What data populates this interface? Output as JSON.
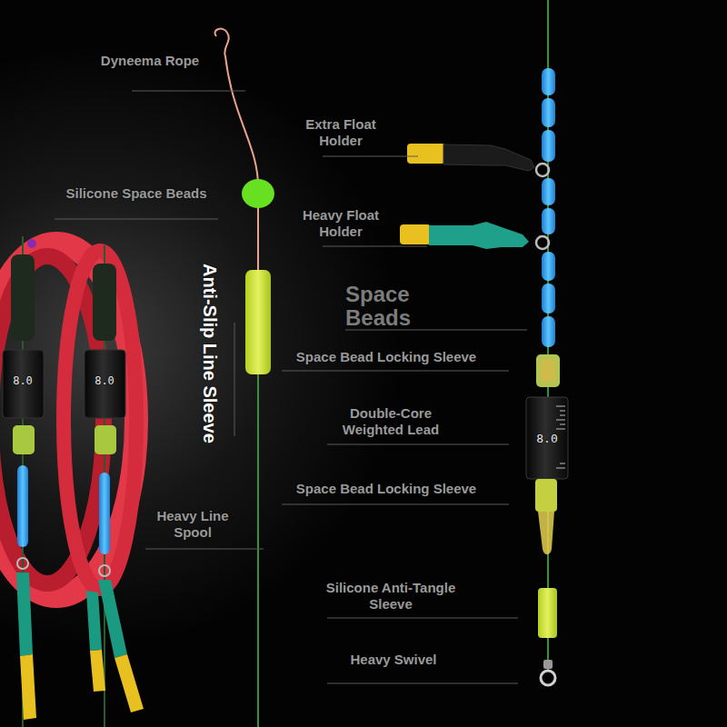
{
  "diagram": {
    "labels": [
      "Dyneema Rope",
      "Extra Float Holder",
      "Silicone Space Beads",
      "Heavy Float Holder",
      "Anti-Slip Line Sleeve",
      "Space Beads",
      "Space Bead Locking Sleeve",
      "8.0",
      "8.0",
      "8.0",
      "Double-Core Weighted Lead",
      "Space Bead Locking Sleeve",
      "Heavy Line Spool",
      "Silicone Anti-Tangle Sleeve",
      "Heavy Swivel"
    ]
  }
}
